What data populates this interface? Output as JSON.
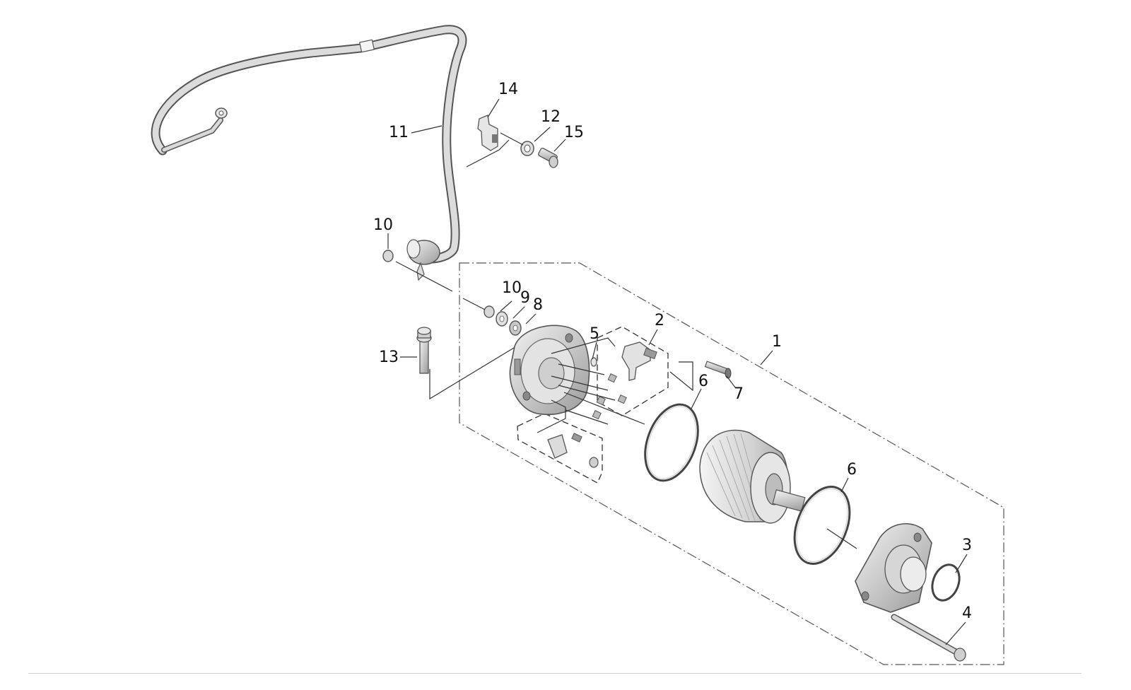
{
  "diagram": {
    "callouts": {
      "c1": "1",
      "c2": "2",
      "c3": "3",
      "c4": "4",
      "c5": "5",
      "c6a": "6",
      "c6b": "6",
      "c7": "7",
      "c8": "8",
      "c9": "9",
      "c10a": "10",
      "c10b": "10",
      "c11": "11",
      "c12": "12",
      "c13": "13",
      "c14": "14",
      "c15": "15"
    },
    "colors": {
      "line": "#333333",
      "part_fill": "#d9d9d9",
      "part_dark": "#8a8a8a",
      "part_light": "#eeeeee"
    }
  }
}
